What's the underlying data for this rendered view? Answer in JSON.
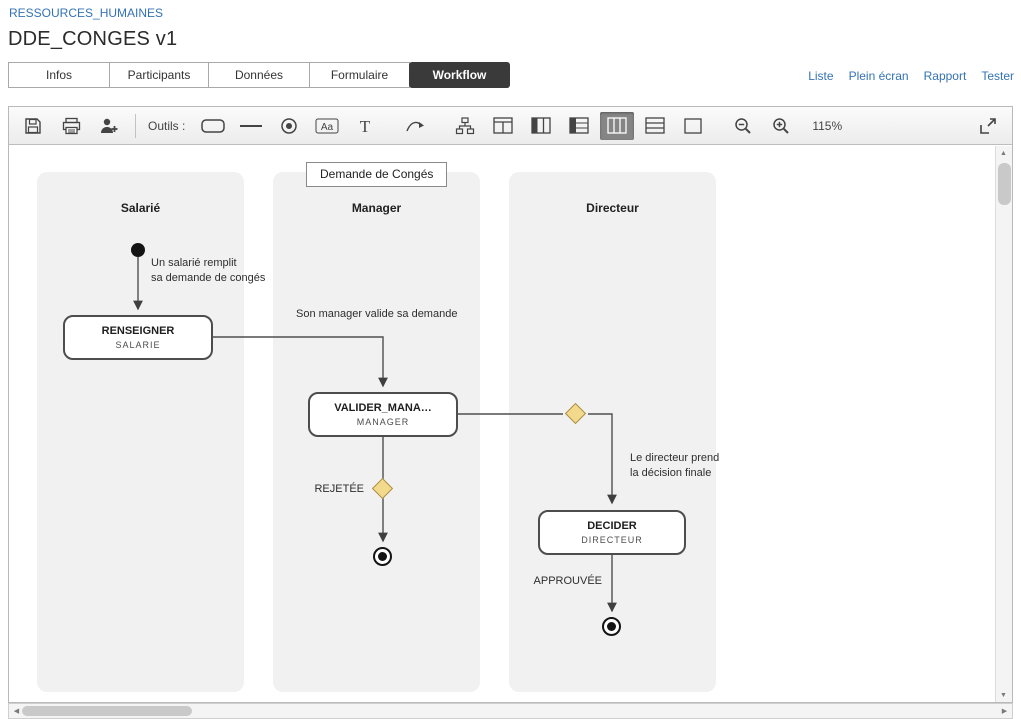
{
  "header": {
    "breadcrumb": "RESSOURCES_HUMAINES",
    "title": "DDE_CONGES v1",
    "links": {
      "liste": "Liste",
      "plein_ecran": "Plein écran",
      "rapport": "Rapport",
      "tester": "Tester"
    }
  },
  "tabs": [
    {
      "label": "Infos",
      "active": false
    },
    {
      "label": "Participants",
      "active": false
    },
    {
      "label": "Données",
      "active": false
    },
    {
      "label": "Formulaire",
      "active": false
    },
    {
      "label": "Workflow",
      "active": true
    }
  ],
  "toolbar": {
    "tools_label": "Outils :",
    "zoom_level": "115%",
    "icons": [
      "save-icon",
      "print-icon",
      "add-participant-icon",
      "shape-rounded-rect-icon",
      "shape-line-icon",
      "shape-state-icon",
      "shape-label-icon",
      "text-tool-icon",
      "connector-tool-icon",
      "layout-hierarchy-icon",
      "layout-split-icon",
      "layout-table-icon",
      "layout-rows-header-icon",
      "layout-columns-icon",
      "layout-list-icon",
      "layout-blank-icon",
      "zoom-out-icon",
      "zoom-in-icon",
      "fullscreen-icon"
    ],
    "active_icon": "layout-columns-icon"
  },
  "diagram": {
    "title": "Demande de Congés",
    "lanes": [
      {
        "label": "Salarié"
      },
      {
        "label": "Manager"
      },
      {
        "label": "Directeur"
      }
    ],
    "nodes": {
      "renseigner": {
        "name": "RENSEIGNER",
        "role": "SALARIE"
      },
      "valider": {
        "name": "VALIDER_MANA…",
        "role": "MANAGER"
      },
      "decider": {
        "name": "DECIDER",
        "role": "DIRECTEUR"
      }
    },
    "annotations": {
      "start": {
        "line1": "Un salarié remplit",
        "line2": "sa demande de congés"
      },
      "manager": {
        "line1": "Son manager valide sa demande"
      },
      "directeur": {
        "line1": "Le directeur prend",
        "line2": "la décision finale"
      },
      "rejected": "REJETÉE",
      "approved": "APPROUVÉE"
    }
  },
  "colors": {
    "accent_link": "#3473b4",
    "active_tab_bg": "#3a3a3a",
    "gateway_fill": "#f2d98c",
    "gateway_stroke": "#a98f42",
    "lane_fill": "#f1f1f1",
    "connector": "#4f4f4f"
  }
}
